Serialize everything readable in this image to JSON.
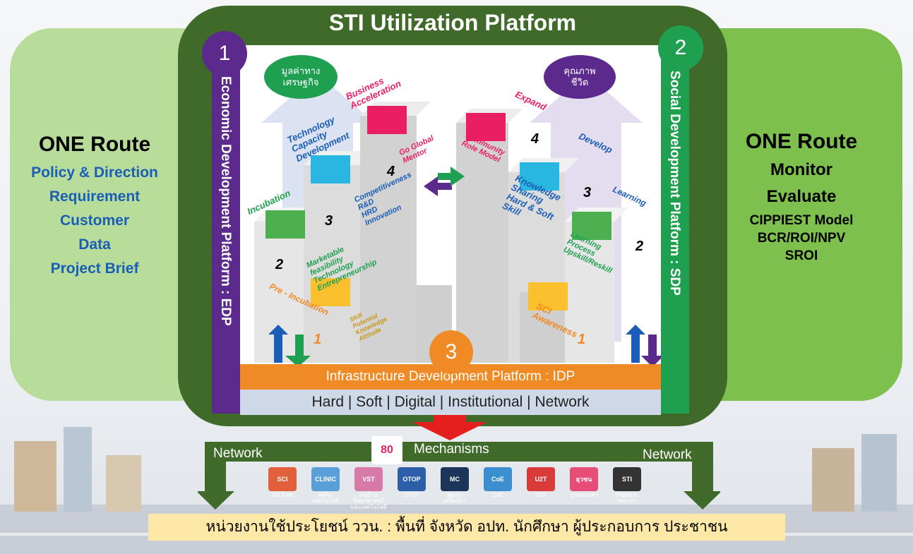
{
  "title": "STI Utilization Platform",
  "left_panel": {
    "heading": "ONE Route",
    "items": [
      "Policy & Direction",
      "Requirement",
      "Customer",
      "Data",
      "Project Brief"
    ]
  },
  "right_panel": {
    "heading": "ONE Route",
    "items_big": [
      "Monitor",
      "Evaluate"
    ],
    "items_small": [
      "CIPPIEST Model",
      "BCR/ROI/NPV",
      "SROI"
    ]
  },
  "edp": {
    "number": "1",
    "label": "Economic Development Platform : EDP",
    "oval": "มูลค่าทาง\nเศรษฐกิจ"
  },
  "sdp": {
    "number": "2",
    "label": "Social Development Platform : SDP",
    "oval": "คุณภาพ\nชีวิต"
  },
  "idp": {
    "number": "3",
    "label": "Infrastructure Development Platform : IDP"
  },
  "categories": "Hard | Soft | Digital | Institutional | Network",
  "left_steps": {
    "s1": "1",
    "s2": "2",
    "s3": "3",
    "s4": "4",
    "pre_incubation": "Pre - Incubation",
    "incubation": "Incubation",
    "tech_capacity": "Technology\nCapacity\nDevelopment",
    "business_acc": "Business\nAcceleration",
    "go_global": "Go Global\nMentor",
    "competitiveness": "Competitiveness\nR&D\nHRD\nInnovation",
    "marketable": "Marketable\nfeasibility\nTechnology\nEntrepreneurship",
    "skill": "Skill\nPotential\nKnowledge\nAttitude"
  },
  "right_steps": {
    "s1": "1",
    "s2": "2",
    "s3": "3",
    "s4": "4",
    "expand": "Expand",
    "develop": "Develop",
    "learning": "Learning",
    "community": "Community\nRole Model",
    "knowledge": "Knowledge\nSharing\nHard & Soft\nSkill",
    "learning_process": "Learning\nProcess\nUpskill/Reskill",
    "sci": "SCI\nAwareness"
  },
  "mechanisms_title": "Mechanisms",
  "network_left": "Network",
  "network_right": "Network",
  "mechanisms": [
    {
      "label": "Sci Park",
      "color": "#e0603a",
      "logo": "SCI"
    },
    {
      "label": "คลินิก\nเทคโนโลยี",
      "color": "#5aa0d8",
      "logo": "CLINIC"
    },
    {
      "label": "หมู่บ้าน\nวิทยาศาสตร์\nและเทคโนโลยี",
      "color": "#d87aa8",
      "logo": "VST"
    },
    {
      "label": "OTOP",
      "color": "#2d5ea8",
      "logo": "OTOP"
    },
    {
      "label": "พัฒนา\nเครื่องจักร",
      "color": "#1d3558",
      "logo": "MC"
    },
    {
      "label": "CoE",
      "color": "#3b8fd0",
      "logo": "CoE"
    },
    {
      "label": "U2T",
      "color": "#d93a3a",
      "logo": "U2T"
    },
    {
      "label": "ยุวชนอาสา",
      "color": "#e84d7a",
      "logo": "ยุวชน"
    },
    {
      "label": "Platform\nของ อว",
      "color": "#333333",
      "logo": "STI"
    }
  ],
  "bottom_text": "หน่วยงานใช้ประโยชน์ ววน. : พื้นที่ จังหวัด อปท. นักศึกษา ผู้ประกอบการ ประชาชน",
  "colors": {
    "frame": "#3f6a2a",
    "edp": "#5b2a8c",
    "sdp": "#1fa050",
    "idp": "#f08a24",
    "accent_pink": "#e91e63",
    "accent_cyan": "#29b6e0",
    "accent_green": "#4caf50",
    "accent_yellow": "#fbc02d"
  }
}
